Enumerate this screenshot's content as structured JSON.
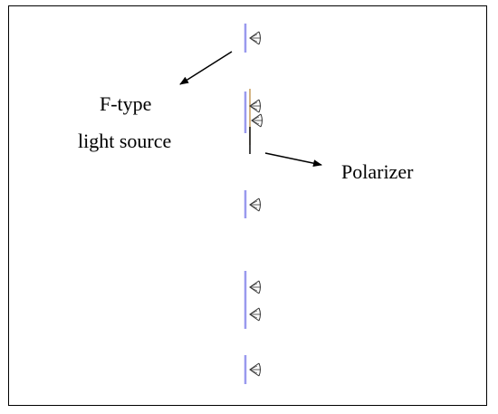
{
  "labels": {
    "light_source_line1": "F-type",
    "light_source_line2": "light source",
    "polarizer": "Polarizer"
  },
  "colors": {
    "frame": "#000000",
    "source_bar": "#9999ee",
    "polarizer_bar": "#d4b483",
    "icon_stroke": "#333333",
    "arrow": "#000000",
    "text": "#000000"
  },
  "icons": {
    "light_source": "cone-light-icon",
    "polarizer": "polarizer-plate-icon"
  }
}
